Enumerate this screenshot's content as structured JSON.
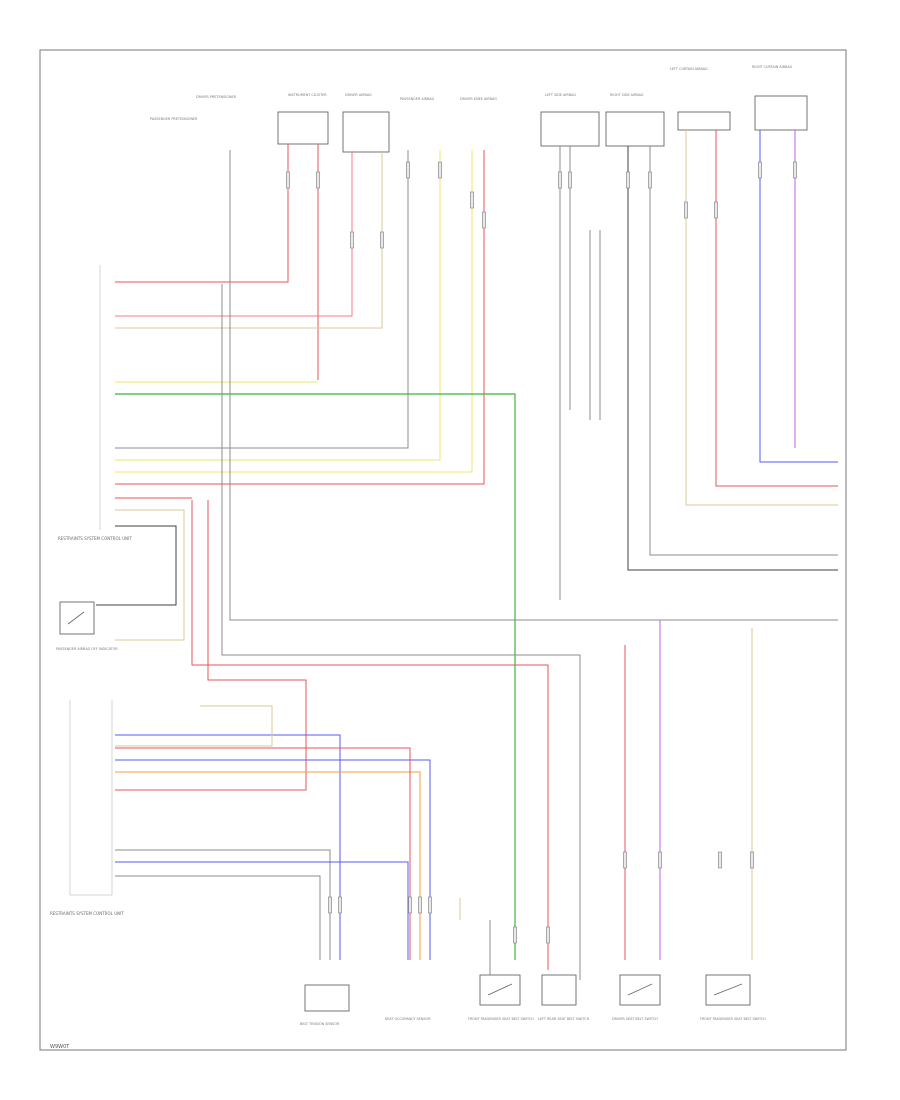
{
  "page": {
    "footer_code": "W9W0T"
  },
  "colors": {
    "red": "#e8545a",
    "pink": "#f07c86",
    "blue": "#5a5af0",
    "violet": "#c060e0",
    "green": "#3fb43f",
    "yellow": "#eeea6a",
    "tan": "#d8c89a",
    "orange": "#f0a040",
    "gray": "#8c8c8c",
    "dark": "#404040",
    "light": "#c8c8c8"
  },
  "components": {
    "module_top": "RESTRAINTS SYSTEM CONTROL UNIT",
    "module_bottom": "RESTRAINTS SYSTEM CONTROL UNIT",
    "switch_left": "PASSENGER AIRBAG OFF INDICATOR",
    "belt_sensor": "BELT TENSION SENSOR",
    "seat_sensor": "SEAT OCCUPANCY SENSOR",
    "buckle_front_pass": "FRONT PASSENGER SEAT BELT SWITCH",
    "buckle_left": "LEFT REAR SEAT BELT SWITCH",
    "buckle_driver": "DRIVER SEAT BELT SWITCH",
    "buckle_front_pass2": "FRONT PASSENGER SEAT BELT SWITCH",
    "connectors_top": [
      "INSTRUMENT CLUSTER",
      "DRIVER AIRBAG",
      "PASSENGER AIRBAG",
      "DRIVER KNEE AIRBAG",
      "LEFT SIDE AIRBAG",
      "RIGHT SIDE AIRBAG",
      "LEFT CURTAIN AIRBAG",
      "RIGHT CURTAIN AIRBAG",
      "DRIVER PRETENSIONER",
      "PASSENGER PRETENSIONER"
    ]
  }
}
